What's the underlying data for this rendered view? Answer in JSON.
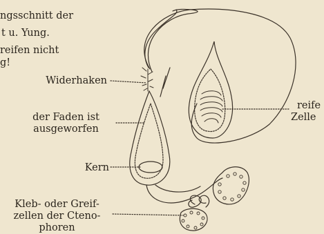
{
  "caption_fragment": {
    "line1": "ngsschnitt der",
    "line2": "t u. Yung.",
    "line3": "reifen nicht",
    "line4": "g!"
  },
  "labels": {
    "widerhaken": "Widerhaken",
    "faden_line1": "der Faden ist",
    "faden_line2": "ausgeworfen",
    "kern": "Kern",
    "kleb_line1": "Kleb- oder Greif-",
    "kleb_line2": "zellen der Cteno-",
    "kleb_line3": "phoren",
    "reife_line1": "reife",
    "reife_line2": "Zelle"
  }
}
